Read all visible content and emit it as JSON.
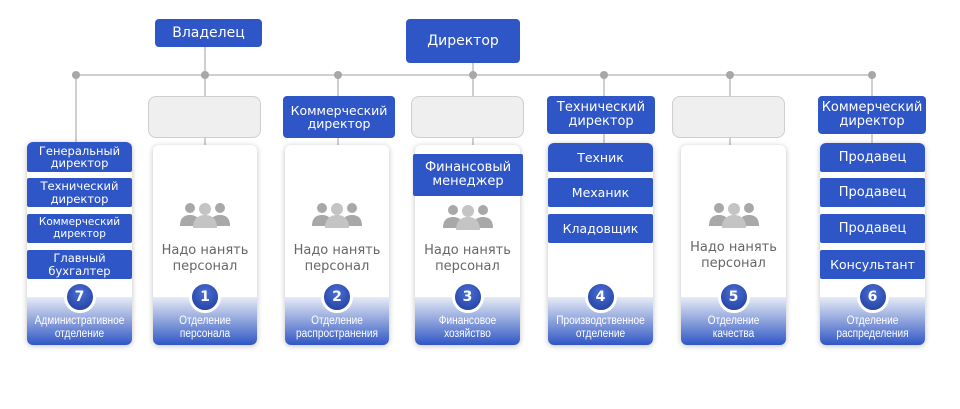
{
  "top": {
    "owner": "Владелец",
    "director": "Директор"
  },
  "hire_text": [
    "Надо нанять",
    "персонал"
  ],
  "columns": [
    {
      "number": "7",
      "label": [
        "Административное",
        "отделение"
      ],
      "items": [
        [
          "Генеральный",
          "директор"
        ],
        [
          "Технический",
          "директор"
        ],
        [
          "Коммерческий",
          "директор"
        ],
        [
          "Главный",
          "бухгалтер"
        ]
      ]
    },
    {
      "number": "1",
      "label": [
        "Отделение",
        "персонала"
      ],
      "head": ""
    },
    {
      "number": "2",
      "label": [
        "Отделение",
        "распространения"
      ],
      "head": [
        "Коммерческий",
        "директор"
      ]
    },
    {
      "number": "3",
      "label": [
        "Финансовое",
        "хозяйство"
      ],
      "head": "",
      "items": [
        [
          "Финансовый",
          "менеджер"
        ]
      ]
    },
    {
      "number": "4",
      "label": [
        "Производственное",
        "отделение"
      ],
      "head": [
        "Технический",
        "директор"
      ],
      "items": [
        "Техник",
        "Механик",
        "Кладовщик"
      ]
    },
    {
      "number": "5",
      "label": [
        "Отделение",
        "качества"
      ],
      "head": ""
    },
    {
      "number": "6",
      "label": [
        "Отделение",
        "распределения"
      ],
      "head": [
        "Коммерческий",
        "директор"
      ],
      "items": [
        "Продавец",
        "Продавец",
        "Продавец",
        "Консультант"
      ]
    }
  ],
  "colors": {
    "blue": "#2f56c6",
    "line": "#cfcfcf"
  }
}
